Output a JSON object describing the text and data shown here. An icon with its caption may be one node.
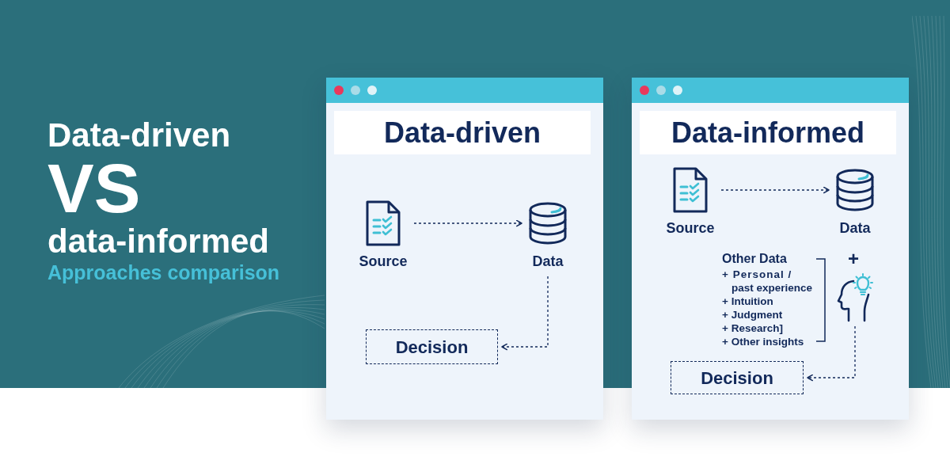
{
  "diagram": {
    "title": "Data-driven **VS** data-informed",
    "nodes": [
      {
        "text": [
          "Data-driven"
        ]
      },
      {
        "text": [
          "Source"
        ],
        "in": 0
      },
      {
        "text": [
          "Data"
        ],
        "in": 0
      },
      {
        "text": [
          "Decision"
        ],
        "in": 0
      },
      {
        "text": [
          "Data-informed"
        ]
      },
      {
        "text": [
          "Source"
        ],
        "in": 4
      },
      {
        "text": [
          "Data"
        ],
        "in": 4
      },
      {
        "text": [],
        "shape": "picture",
        "in": 4
      },
      {
        "text": [
          "Decision"
        ],
        "in": 4
      }
    ],
    "edges": [
      {
        "from": 1,
        "to": 2,
        "arrow": "to",
        "style": "dashed"
      },
      {
        "from": 2,
        "to": 3,
        "arrow": "to",
        "style": "dashed"
      },
      {
        "from": 5,
        "to": 6,
        "arrow": "to",
        "style": "dashed"
      },
      {
        "from": 7,
        "to": 8,
        "arrow": "to",
        "style": "dashed"
      }
    ],
    "labels": [
      "Approaches comparison",
      "Other Data",
      "+",
      "+ Personal / past experience",
      "+ Intuition",
      "+ Judgment",
      "+ Research]",
      "+ Other insights"
    ]
  }
}
